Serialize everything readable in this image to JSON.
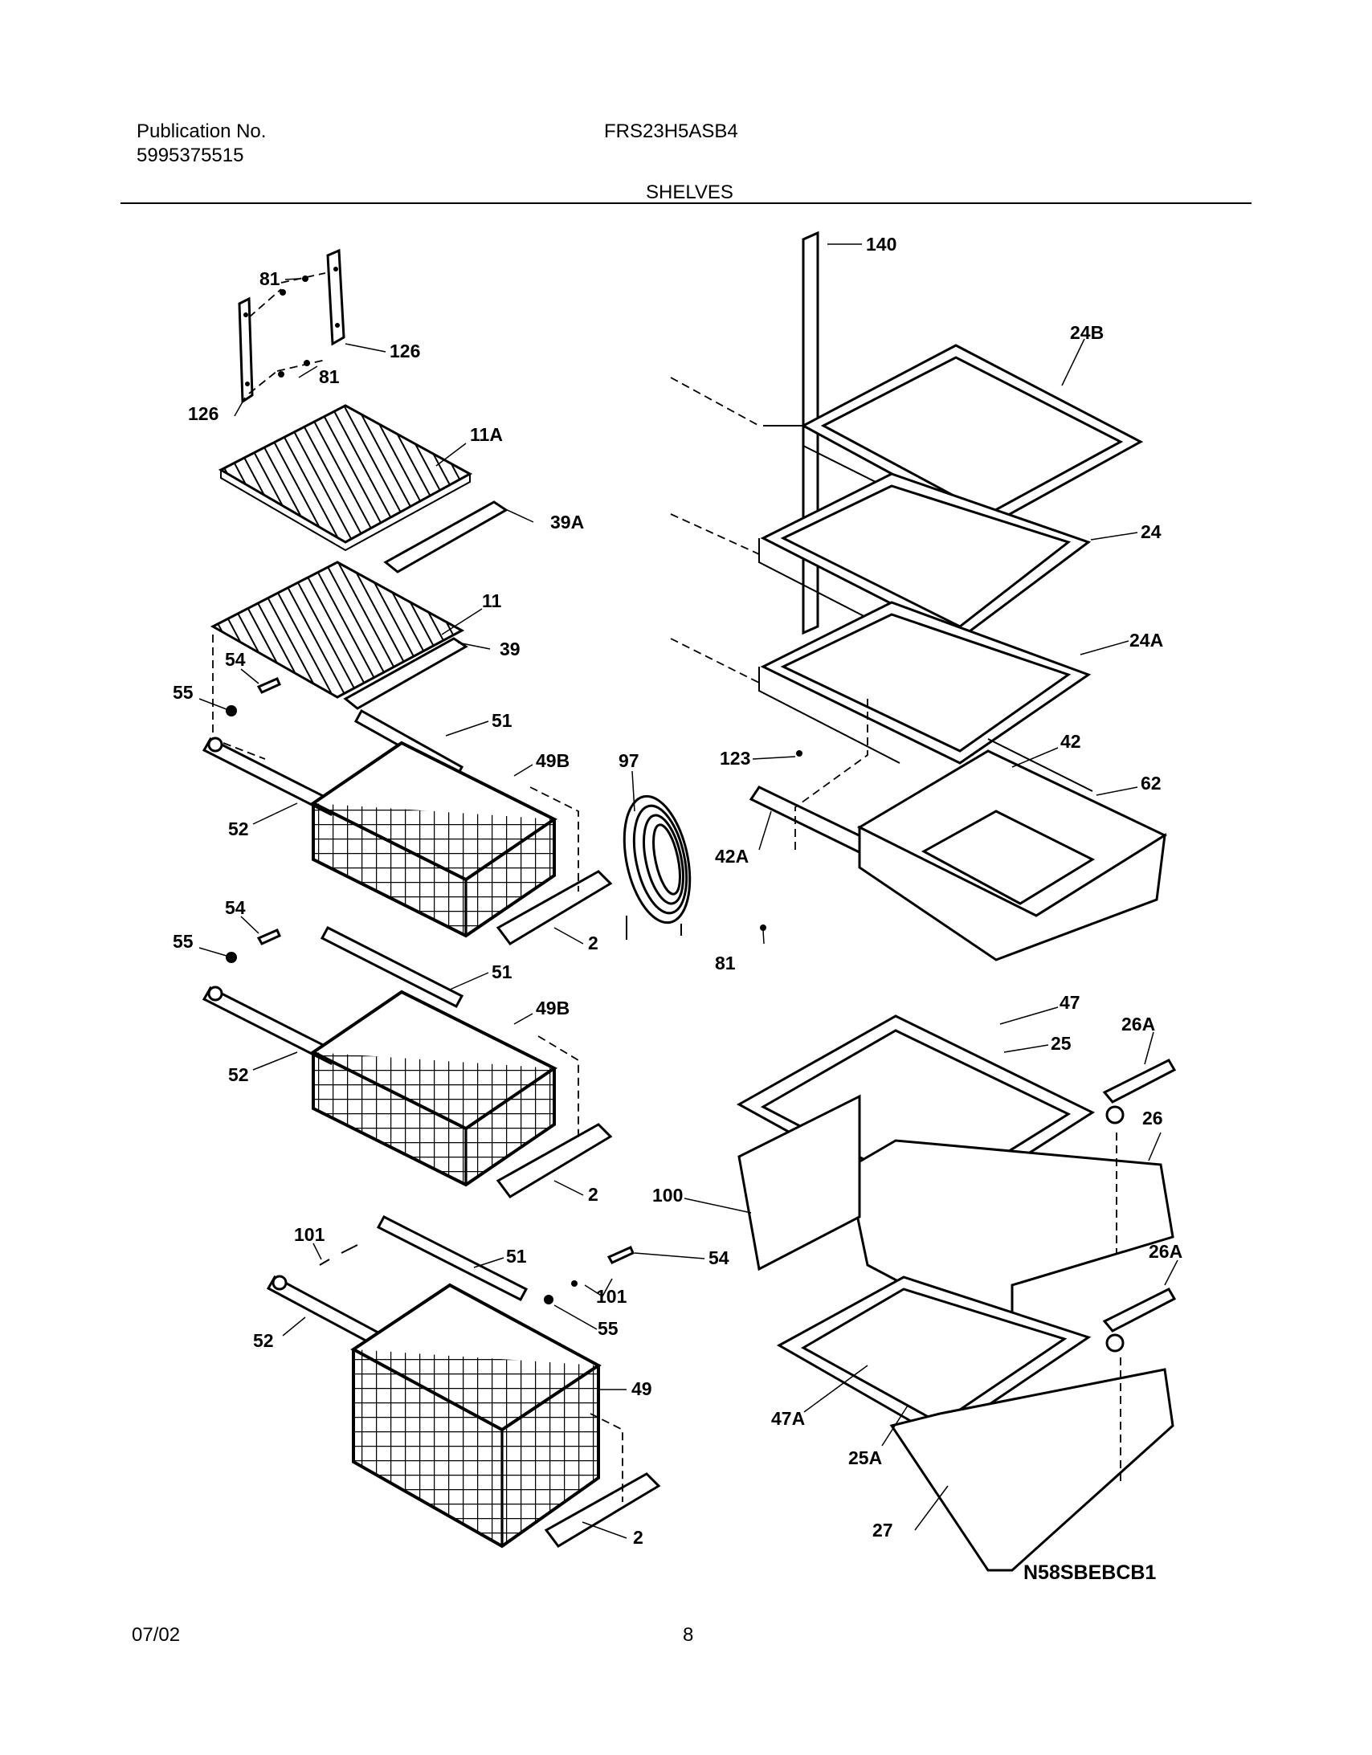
{
  "header": {
    "publication_label": "Publication No.",
    "publication_number": "5995375515",
    "model": "FRS23H5ASB4",
    "section": "SHELVES"
  },
  "footer": {
    "date": "07/02",
    "page": "8"
  },
  "diagram_code": "N58SBEBCB1",
  "callouts": [
    "140",
    "24B",
    "81",
    "126",
    "81",
    "126",
    "11A",
    "39A",
    "24",
    "11",
    "39",
    "24A",
    "54",
    "55",
    "51",
    "42",
    "97",
    "49B",
    "123",
    "62",
    "52",
    "42A",
    "2",
    "54",
    "55",
    "81",
    "51",
    "49B",
    "47",
    "26A",
    "25",
    "52",
    "26",
    "2",
    "100",
    "101",
    "51",
    "54",
    "26A",
    "101",
    "55",
    "52",
    "49",
    "47A",
    "25A",
    "2",
    "27"
  ]
}
